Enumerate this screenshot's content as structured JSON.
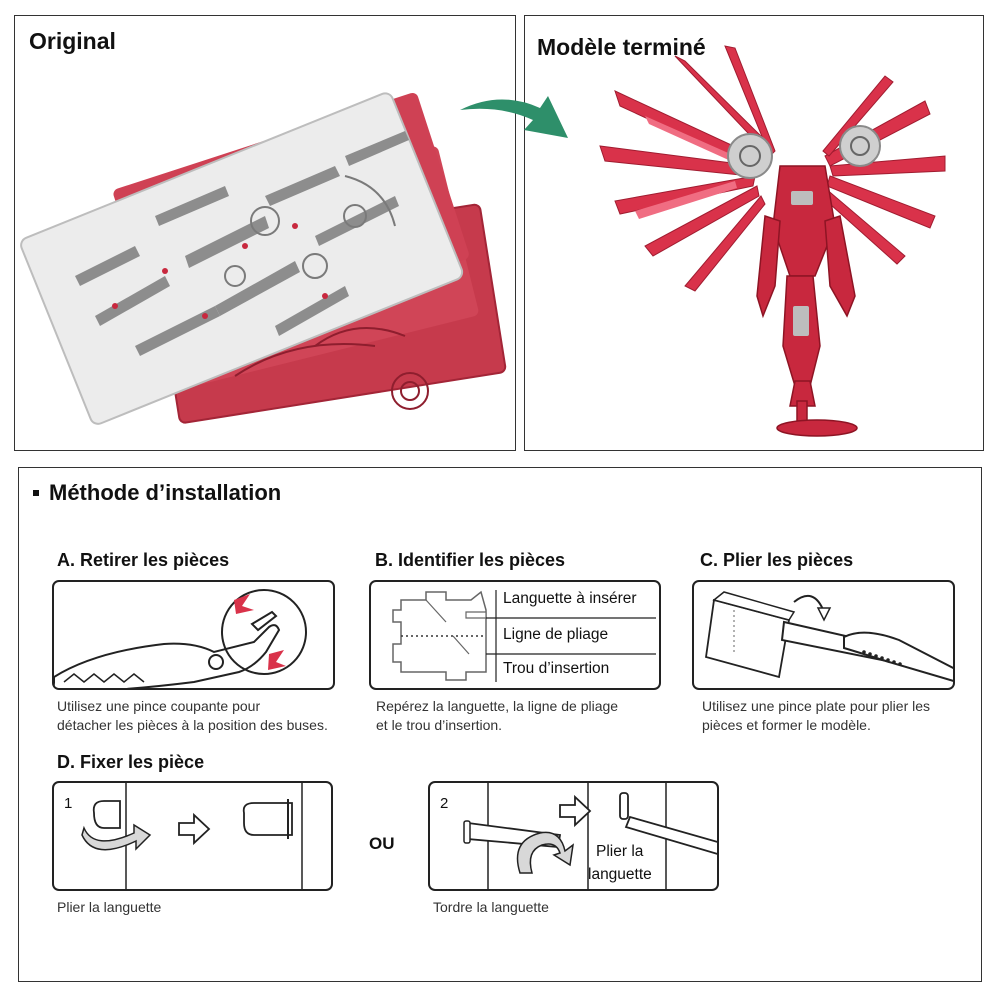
{
  "top": {
    "original_title": "Original",
    "finished_title": "Modèle terminé"
  },
  "install": {
    "title": "Méthode d’installation",
    "steps": {
      "a": {
        "title": "A. Retirer les pièces",
        "caption_1": "Utilisez une pince coupante pour",
        "caption_2": "détacher les pièces à la position des buses."
      },
      "b": {
        "title": "B. Identifier les pièces",
        "caption_1": "Repérez la languette, la ligne de pliage",
        "caption_2": "et le trou d’insertion.",
        "labels": [
          "Languette à insérer",
          "Ligne de pliage",
          "Trou d’insertion"
        ]
      },
      "c": {
        "title": "C. Plier les pièces",
        "caption_1": "Utilisez une pince plate pour plier les",
        "caption_2": "pièces et former le modèle."
      },
      "d": {
        "title": "D. Fixer les pièce",
        "option_1": {
          "number": "1",
          "caption": "Plier la languette"
        },
        "or_label": "OU",
        "option_2": {
          "number": "2",
          "label_1": "Plier la",
          "label_2": "languette",
          "caption": "Tordre la languette"
        }
      }
    }
  },
  "colors": {
    "model_red": "#c8283e",
    "arrow_green": "#2e8f6a",
    "sheet_silver": "#e4e4e4",
    "border": "#222222"
  }
}
